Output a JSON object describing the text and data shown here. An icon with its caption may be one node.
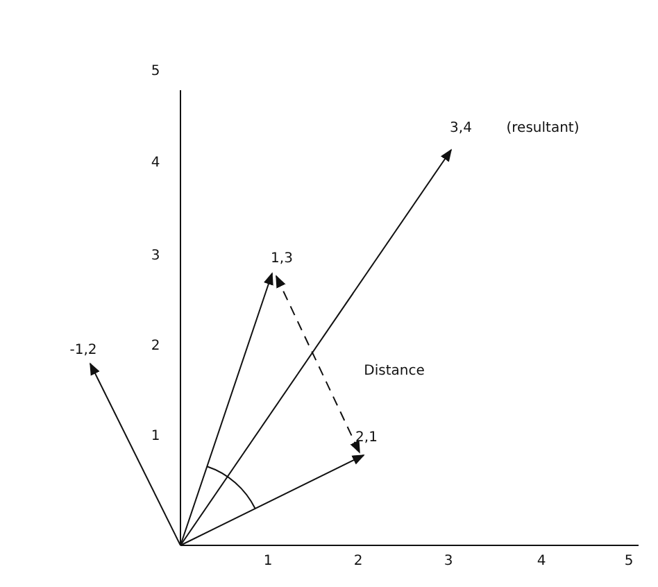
{
  "diagram": {
    "nodes": [
      {
        "text": [
          "-1,2"
        ]
      },
      {
        "text": [
          "1,3"
        ]
      },
      {
        "text": [
          "2,1"
        ]
      },
      {
        "text": [
          "3,4"
        ],
        "beside": [
          "(resultant)"
        ]
      }
    ],
    "edges": [
      {
        "from": null,
        "to": 0,
        "arrow": "to"
      },
      {
        "from": null,
        "to": 1,
        "arrow": "to"
      },
      {
        "from": null,
        "to": 2,
        "arrow": "to"
      },
      {
        "from": null,
        "to": 3,
        "arrow": "to"
      },
      {
        "from": 1,
        "to": 2,
        "arrow": "both",
        "style": "dashed",
        "label": "Distance"
      }
    ],
    "labels": [
      "5",
      "4",
      "3",
      "2",
      "1",
      "1",
      "2",
      "3",
      "4",
      "5"
    ]
  }
}
